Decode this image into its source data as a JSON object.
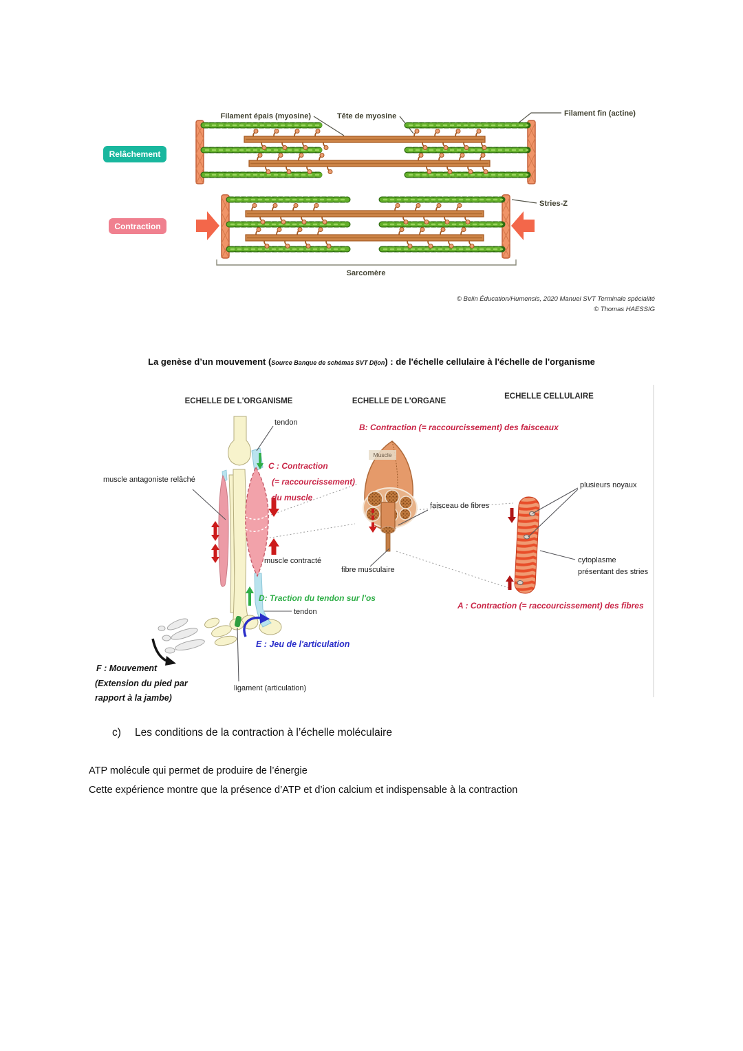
{
  "figure_sarcomere": {
    "labels": {
      "filament_thick": "Filament épais (myosine)",
      "myosin_head": "Tête de myosine",
      "filament_thin": "Filament fin (actine)",
      "state_relaxed": "Relâchement",
      "state_contracted": "Contraction",
      "z_lines": "Stries-Z",
      "sarcomere": "Sarcomère"
    },
    "credits": {
      "line1": "© Belin Éducation/Humensis, 2020 Manuel SVT Terminale spécialité",
      "line2": "© Thomas HAESSIG"
    }
  },
  "figure_movement": {
    "title": {
      "prefix": "La genèse d’un mouvement (",
      "source": "Source Banque de schémas SVT Dijon",
      "suffix": ") : de l'échelle cellulaire à l'échelle de l'organisme"
    },
    "columns": {
      "organism": "ECHELLE DE L'ORGANISME",
      "organ": "ECHELLE DE L'ORGANE",
      "cell": "ECHELLE CELLULAIRE"
    },
    "labels": {
      "tendon_top": "tendon",
      "antagonist": "muscle antagoniste relâché",
      "muscle_tag": "Muscle",
      "fascicle": "faisceau de fibres",
      "nuclei": "plusieurs noyaux",
      "contracted": "muscle contracté",
      "fiber": "fibre musculaire",
      "cytoplasm_1": "cytoplasme",
      "cytoplasm_2": "présentant des stries",
      "tendon_bottom": "tendon",
      "ligament": "ligament (articulation)"
    },
    "annotations": {
      "a": "A : Contraction (= raccourcissement) des fibres",
      "b": "B: Contraction (= raccourcissement) des faisceaux",
      "c1": "C : Contraction",
      "c2": "(= raccourcissement)",
      "c3": "du muscle",
      "d": "D: Traction du tendon sur l'os",
      "e": "E : Jeu de l'articulation",
      "f1": "F : Mouvement",
      "f2": "(Extension du pied par",
      "f3": "rapport à la jambe)"
    }
  },
  "section": {
    "marker": "c)",
    "heading": "Les conditions de la contraction à l’échelle moléculaire",
    "line1": "ATP molécule qui permet de produire de l’énergie",
    "line2": "Cette expérience montre que la présence d’ATP et d’ion calcium et indispensable à la contraction"
  },
  "colors": {
    "relaxed_badge": "#19b79e",
    "contracted_badge": "#f0808f",
    "arrow_red": "#f3674a",
    "annotation_red": "#c92546",
    "annotation_green": "#2fae47",
    "annotation_blue": "#2a2ec9"
  }
}
